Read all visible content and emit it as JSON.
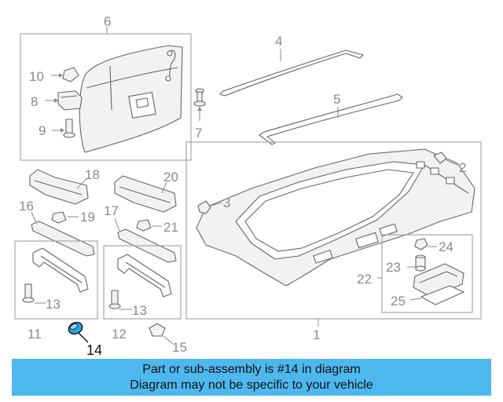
{
  "diagram": {
    "callouts": {
      "c1": "1",
      "c2": "2",
      "c3": "3",
      "c4": "4",
      "c5": "5",
      "c6": "6",
      "c7": "7",
      "c8": "8",
      "c9": "9",
      "c10": "10",
      "c11": "11",
      "c12": "12",
      "c13a": "13",
      "c13b": "13",
      "c14": "14",
      "c15": "15",
      "c16": "16",
      "c17": "17",
      "c18": "18",
      "c19": "19",
      "c20": "20",
      "c21": "21",
      "c22": "22",
      "c23": "23",
      "c24": "24",
      "c25": "25"
    },
    "highlight_color": "#111111",
    "callout_color": "#8a8a8a"
  },
  "banner": {
    "line1": "Part or sub-assembly is #14 in diagram",
    "line2": "Diagram may not be specific to your vehicle",
    "background": "#4db8ee"
  }
}
